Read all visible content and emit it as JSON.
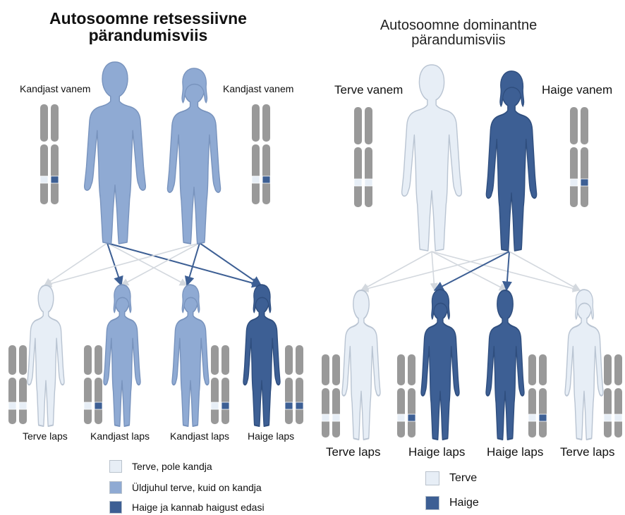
{
  "colors": {
    "healthy": "#e7eef6",
    "carrier": "#8faad3",
    "affected": "#3d5f94",
    "chromosome": "#999999",
    "arrow_light": "#d3d8de",
    "arrow_dark": "#3d5f94"
  },
  "left": {
    "title_line1": "Autosoomne retsessiivne",
    "title_line2": "pärandumisviis",
    "parent_left_label": "Kandjast vanem",
    "parent_right_label": "Kandjast vanem",
    "children": [
      {
        "label": "Terve laps",
        "status": "healthy"
      },
      {
        "label": "Kandjast laps",
        "status": "carrier"
      },
      {
        "label": "Kandjast laps",
        "status": "carrier"
      },
      {
        "label": "Haige laps",
        "status": "affected"
      }
    ],
    "legend": [
      {
        "label": "Terve, pole kandja",
        "status": "healthy"
      },
      {
        "label": "Üldjuhul terve, kuid on kandja",
        "status": "carrier"
      },
      {
        "label": "Haige ja kannab haigust edasi",
        "status": "affected"
      }
    ]
  },
  "right": {
    "title_line1": "Autosoomne dominantne",
    "title_line2": "pärandumisviis",
    "parent_left_label": "Terve vanem",
    "parent_right_label": "Haige vanem",
    "children": [
      {
        "label": "Terve laps",
        "status": "healthy"
      },
      {
        "label": "Haige laps",
        "status": "affected"
      },
      {
        "label": "Haige laps",
        "status": "affected"
      },
      {
        "label": "Terve laps",
        "status": "healthy"
      }
    ],
    "legend": [
      {
        "label": "Terve",
        "status": "healthy"
      },
      {
        "label": "Haige",
        "status": "affected"
      }
    ]
  }
}
